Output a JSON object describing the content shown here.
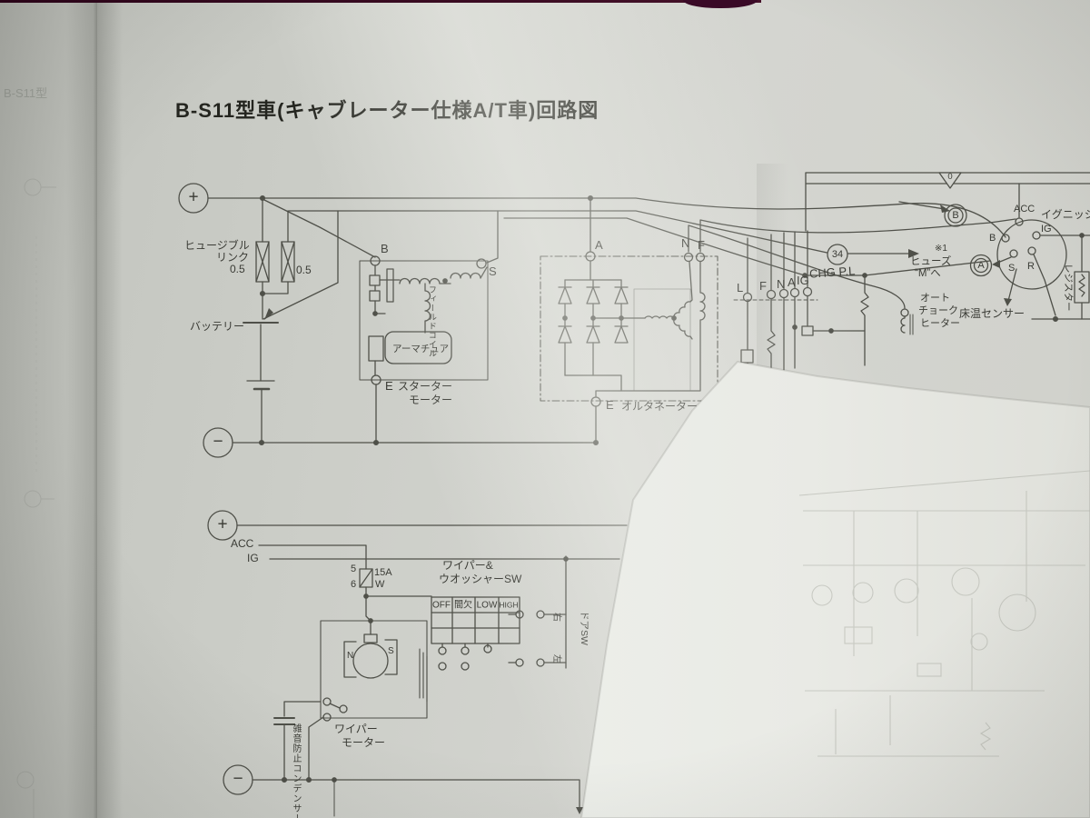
{
  "photo": {
    "left_page_ghost_text": "B-S11型"
  },
  "title": "B-S11型車(キャブレーター仕様A/T車)回路図",
  "upper": {
    "plus": "+",
    "minus": "−",
    "fusible_link_1": "ヒュージブル",
    "fusible_link_2": "リンク",
    "fuse_rating_left": "0.5",
    "fuse_rating_right": "0.5",
    "battery": "バッテリー",
    "starter": {
      "b": "B",
      "s": "S",
      "e": "E",
      "field_coil": "フィールドコイル",
      "armature": "アーマチュア",
      "name1": "スターター",
      "name2": "モーター"
    },
    "alternator": {
      "a": "A",
      "n": "N",
      "f": "F",
      "e": "E",
      "name": "オルタネーター"
    },
    "connector": {
      "l": "L",
      "f": "F",
      "n": "N",
      "a": "A",
      "ig": "IG"
    },
    "chg_pl": "CHG P.L",
    "circle_34": "34",
    "fuse_m_mark": "※1",
    "fuse_m_1": "ヒューズ",
    "fuse_m_2": "“M”へ",
    "ring_a": "A",
    "ring_b": "B",
    "auto_choke_1": "オート",
    "auto_choke_2": "チョーク",
    "auto_choke_3": "ヒーター",
    "floor_sensor": "床温センサー",
    "ignition": {
      "label": "イグニッショ",
      "acc": "ACC",
      "ig": "IG",
      "b": "B",
      "s": "S",
      "r": "R"
    },
    "resistor": "レジスター",
    "page_marker": "0"
  },
  "lower": {
    "plus": "+",
    "minus": "−",
    "acc": "ACC",
    "ig": "IG",
    "fuse": {
      "pin_top": "5",
      "pin_bottom": "6",
      "rating": "15A",
      "wire": "W"
    },
    "wiper_sw_1": "ワイパー&",
    "wiper_sw_2": "ウオッシャーSW",
    "positions": [
      "OFF",
      "間欠",
      "LOW",
      "HIGH"
    ],
    "door_sw": "ドアSW",
    "right": "右",
    "left": "左",
    "motor": {
      "n": "N",
      "s": "S",
      "name1": "ワイパー",
      "name2": "モーター"
    },
    "condenser": "雑音防止コンデンサー“B”"
  }
}
